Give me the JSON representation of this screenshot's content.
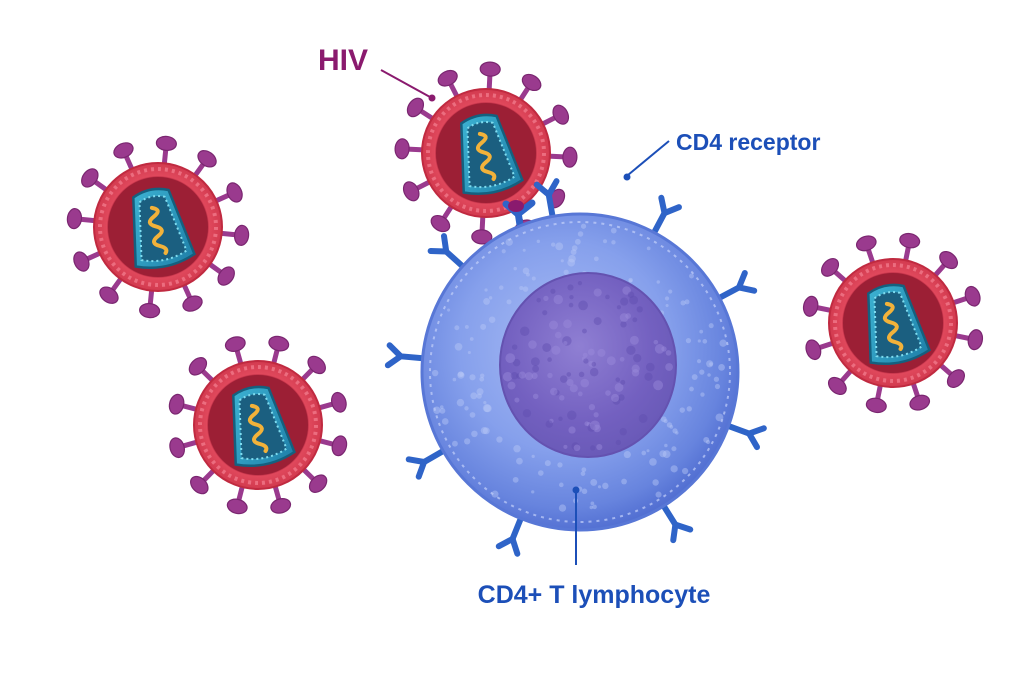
{
  "labels": {
    "hiv": "HIV",
    "cd4_receptor": "CD4 receptor",
    "cd4_t_lymphocyte": "CD4+ T lymphocyte"
  },
  "colors": {
    "hiv_label": "#8a1a6e",
    "cell_label": "#1c4fb8",
    "virus_envelope": "#d9374b",
    "virus_spike": "#9a3a8e",
    "virus_core": "#2fa6c6",
    "virus_rna": "#f2b23a",
    "cell_body": "#6f8ee6",
    "cell_nucleus": "#7a64c2",
    "receptor": "#2f64c8"
  }
}
